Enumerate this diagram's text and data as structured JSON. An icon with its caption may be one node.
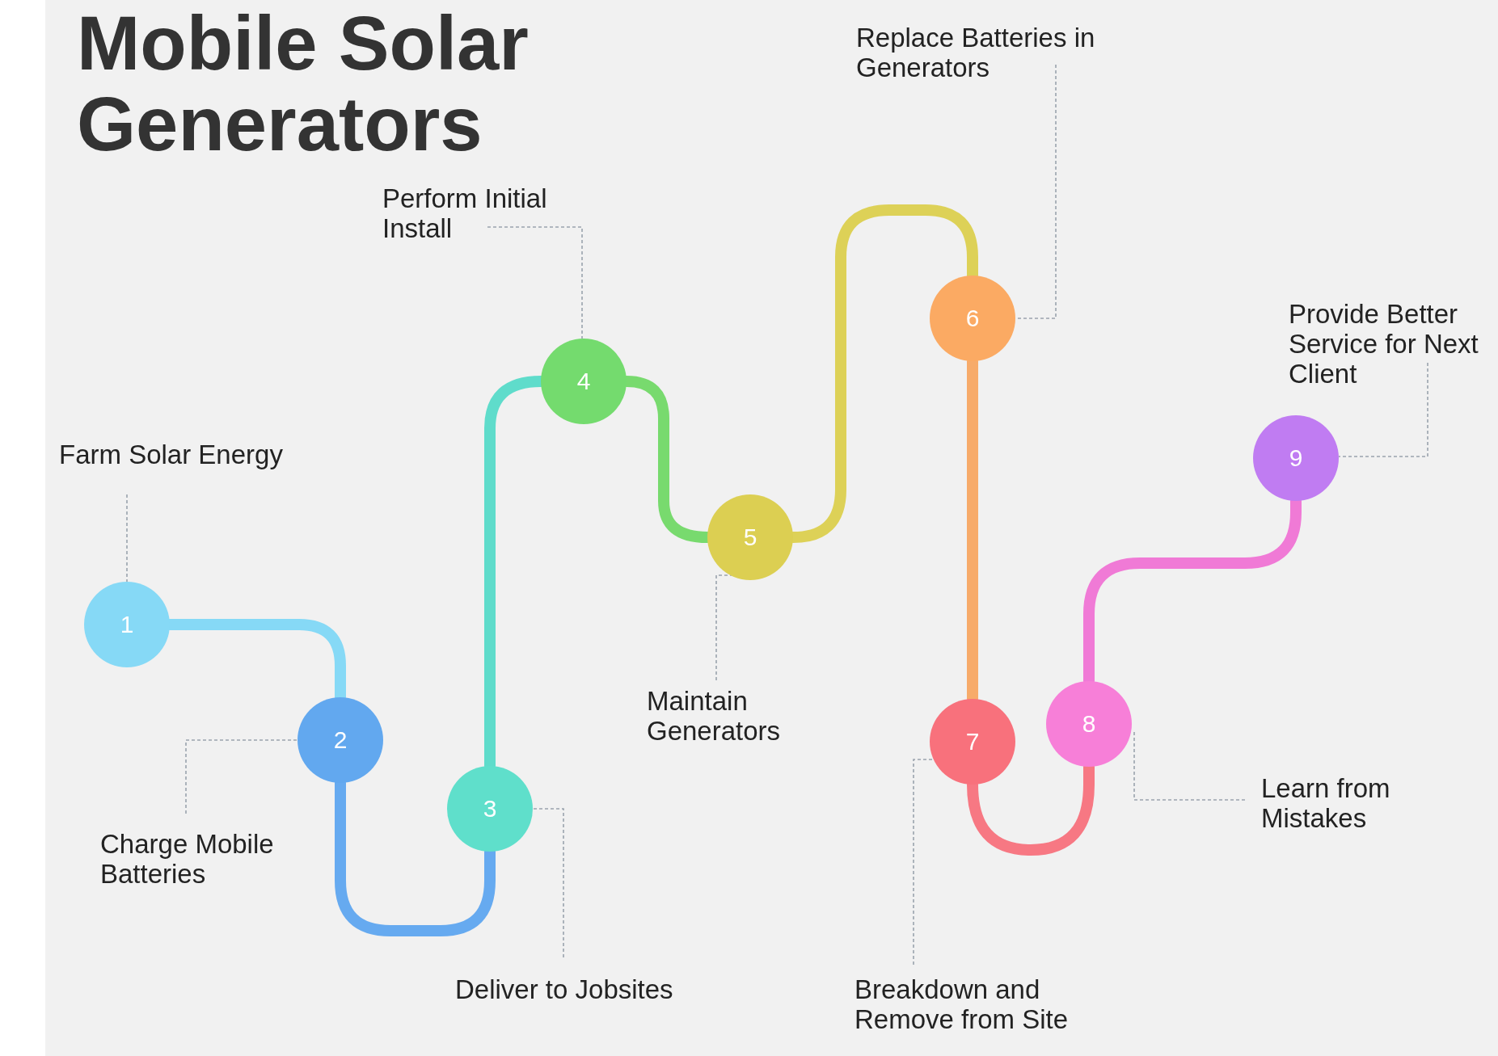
{
  "diagram": {
    "title": "Mobile Solar Generators",
    "nodes": [
      {
        "text": [
          "1"
        ]
      },
      {
        "text": [
          "2"
        ]
      },
      {
        "text": [
          "3"
        ]
      },
      {
        "text": [
          "4"
        ]
      },
      {
        "text": [
          "5"
        ]
      },
      {
        "text": [
          "6"
        ]
      },
      {
        "text": [
          "7"
        ]
      },
      {
        "text": [
          "8"
        ]
      },
      {
        "text": [
          "9"
        ]
      },
      {
        "text": [
          "Farm Solar Energy"
        ]
      },
      {
        "text": [
          "Charge Mobile Batteries"
        ]
      },
      {
        "text": [
          "Deliver to Jobsites"
        ]
      },
      {
        "text": [
          "Perform Initial Install"
        ]
      },
      {
        "text": [
          "Maintain Generators"
        ]
      },
      {
        "text": [
          "Replace Batteries in Generators"
        ]
      },
      {
        "text": [
          "Breakdown and Remove from Site"
        ]
      },
      {
        "text": [
          "Learn from Mistakes"
        ]
      },
      {
        "text": [
          "Provide Better Service for Next Client"
        ]
      }
    ],
    "edges": [
      {
        "from": 0,
        "to": 1,
        "arrow": "none",
        "style": "thick",
        "color": "#86d9f6"
      },
      {
        "from": 1,
        "to": 2,
        "arrow": "none",
        "style": "thick",
        "color": "#66aaf0"
      },
      {
        "from": 2,
        "to": 3,
        "arrow": "none",
        "style": "thick",
        "color": "#5fdccb"
      },
      {
        "from": 3,
        "to": 4,
        "arrow": "none",
        "style": "thick",
        "color": "#78da6e"
      },
      {
        "from": 4,
        "to": 5,
        "arrow": "none",
        "style": "thick",
        "color": "#ddd157"
      },
      {
        "from": 5,
        "to": 6,
        "arrow": "none",
        "style": "thick",
        "color": "#f7ab6a"
      },
      {
        "from": 6,
        "to": 7,
        "arrow": "none",
        "style": "thick",
        "color": "#f77883"
      },
      {
        "from": 7,
        "to": 8,
        "arrow": "none",
        "style": "thick",
        "color": "#f07ad6"
      },
      {
        "from": 9,
        "to": 0,
        "arrow": "none",
        "style": "dashed"
      },
      {
        "from": 10,
        "to": 1,
        "arrow": "none",
        "style": "dashed"
      },
      {
        "from": 11,
        "to": 2,
        "arrow": "none",
        "style": "dashed"
      },
      {
        "from": 12,
        "to": 3,
        "arrow": "none",
        "style": "dashed"
      },
      {
        "from": 13,
        "to": 4,
        "arrow": "none",
        "style": "dashed"
      },
      {
        "from": 14,
        "to": 5,
        "arrow": "none",
        "style": "dashed"
      },
      {
        "from": 15,
        "to": 6,
        "arrow": "none",
        "style": "dashed"
      },
      {
        "from": 16,
        "to": 7,
        "arrow": "none",
        "style": "dashed"
      },
      {
        "from": 17,
        "to": 8,
        "arrow": "none",
        "style": "dashed"
      }
    ]
  }
}
